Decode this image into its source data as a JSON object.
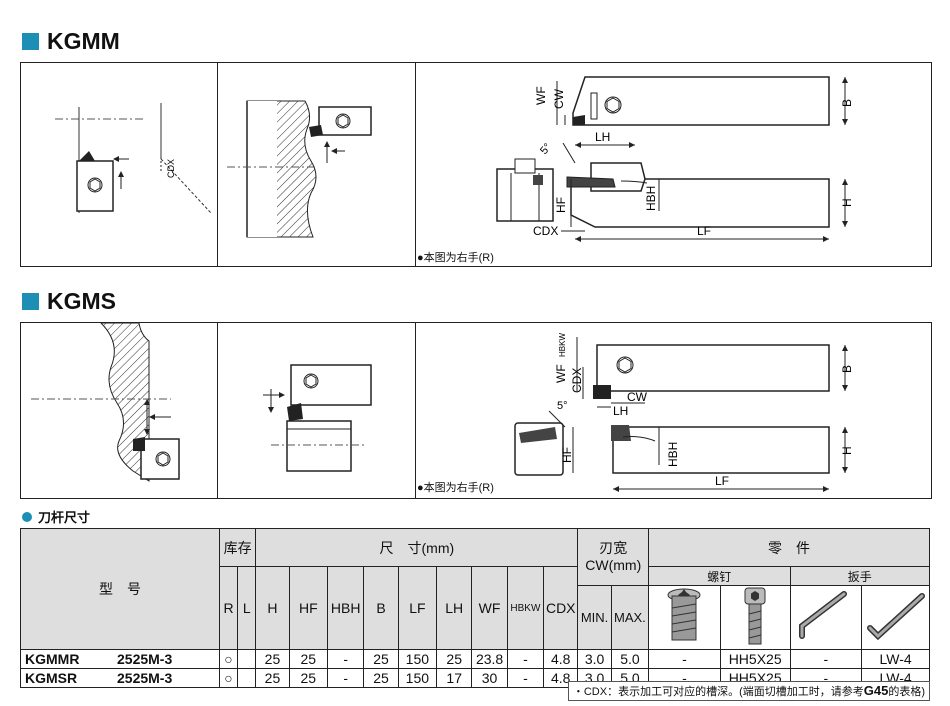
{
  "sections": [
    {
      "title": "KGMM",
      "note": "●本图为右手(R)"
    },
    {
      "title": "KGMS",
      "note": "●本图为右手(R)"
    }
  ],
  "labels": {
    "kgmm": {
      "wf": "WF",
      "cw": "CW",
      "b": "B",
      "lh": "LH",
      "angle": "5°",
      "hf": "HF",
      "hbh": "HBH",
      "h": "H",
      "cdx": "CDX",
      "lf": "LF",
      "cdx_side": "CDX"
    },
    "kgms": {
      "hbkw": "HBKW",
      "wf": "WF",
      "cdx": "CDX",
      "b": "B",
      "lh": "LH",
      "cw": "CW",
      "angle": "5°",
      "hf": "HF",
      "hbh": "HBH",
      "h": "H",
      "lf": "LF"
    }
  },
  "table": {
    "section_title": "刀杆尺寸",
    "model_header": "型　号",
    "stock_header": "库存",
    "dims_header": "尺　寸(mm)",
    "width_header": "刃宽\nCW(mm)",
    "parts_header": "零　件",
    "screw_header": "螺钉",
    "wrench_header": "扳手",
    "columns": [
      "R",
      "L",
      "H",
      "HF",
      "HBH",
      "B",
      "LF",
      "LH",
      "WF",
      "HBKW",
      "CDX",
      "MIN.",
      "MAX."
    ],
    "rows": [
      {
        "model": "KGMMR",
        "code": "2525M-3",
        "r": "○",
        "l": "",
        "h": "25",
        "hf": "25",
        "hbh": "-",
        "b": "25",
        "lf": "150",
        "lh": "25",
        "wf": "23.8",
        "hbkw": "-",
        "cdx": "4.8",
        "min": "3.0",
        "max": "5.0",
        "screw1": "-",
        "screw2": "HH5X25",
        "wrench1": "-",
        "wrench2": "LW-4"
      },
      {
        "model": "KGMSR",
        "code": "2525M-3",
        "r": "○",
        "l": "",
        "h": "25",
        "hf": "25",
        "hbh": "-",
        "b": "25",
        "lf": "150",
        "lh": "17",
        "wf": "30",
        "hbkw": "-",
        "cdx": "4.8",
        "min": "3.0",
        "max": "5.0",
        "screw1": "-",
        "screw2": "HH5X25",
        "wrench1": "-",
        "wrench2": "LW-4"
      }
    ],
    "footnote_prefix": "・CDX：表示加工可对应的槽深。(端面切槽加工时，请参考",
    "footnote_ref": "G45",
    "footnote_suffix": "的表格)"
  }
}
